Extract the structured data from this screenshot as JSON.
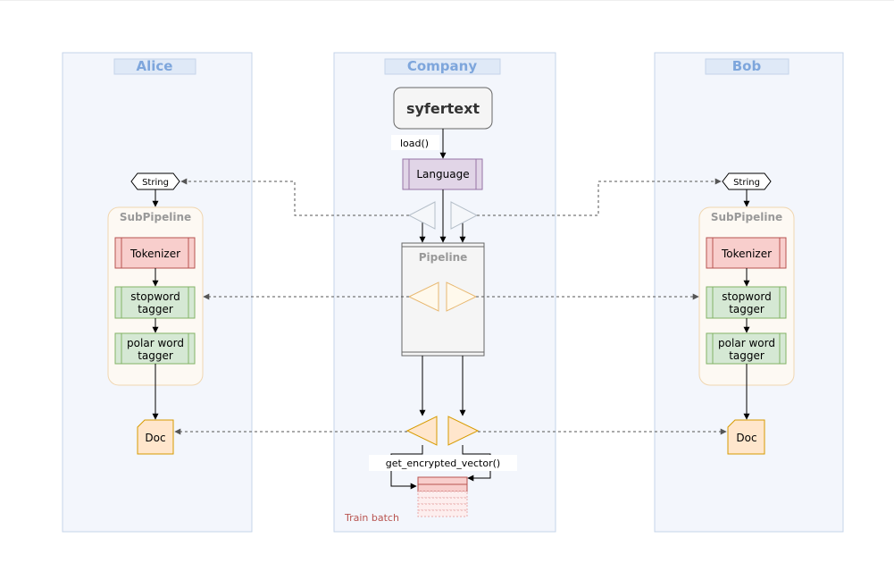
{
  "lanes": {
    "alice": "Alice",
    "company": "Company",
    "bob": "Bob"
  },
  "library": "syfertext",
  "load_label": "load()",
  "language": "Language",
  "pipeline": "Pipeline",
  "string_label": "String",
  "subpipeline": "SubPipeline",
  "tokenizer": "Tokenizer",
  "stopword_line1": "stopword",
  "stopword_line2": "tagger",
  "polar_line1": "polar word",
  "polar_line2": "tagger",
  "doc": "Doc",
  "vector_fn": "get_encrypted_vector()",
  "train_batch": "Train batch",
  "colors": {
    "lane_fill": "#f3f6fc",
    "lane_stroke": "#c6d4ea",
    "lane_title": "#7ea6dc",
    "language_fill": "#e1d5e7",
    "language_stroke": "#9673a6",
    "tokenizer_fill": "#f8cecc",
    "tokenizer_stroke": "#b85450",
    "tagger_fill": "#d5e8d4",
    "tagger_stroke": "#82b366",
    "doc_fill": "#ffe6cc",
    "doc_stroke": "#d79b00",
    "train_text": "#b85450"
  }
}
